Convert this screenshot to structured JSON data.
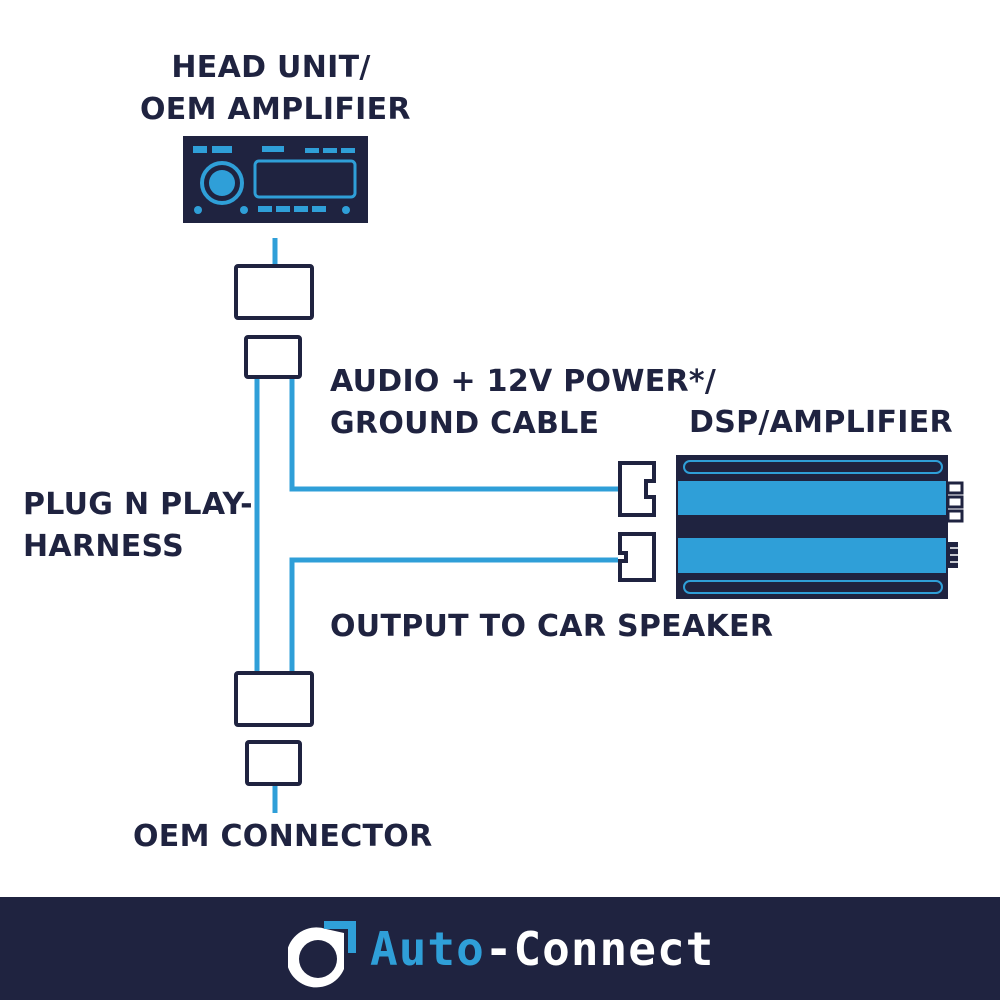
{
  "labels": {
    "head_unit": [
      "HEAD UNIT/",
      "OEM AMPLIFIER"
    ],
    "audio_cable": [
      "AUDIO + 12V POWER*/",
      "GROUND CABLE"
    ],
    "dsp_amplifier": "DSP/AMPLIFIER",
    "plug_n_play": [
      "PLUG N PLAY-",
      "HARNESS"
    ],
    "output": "OUTPUT TO CAR SPEAKER",
    "oem_connector": "OEM CONNECTOR"
  },
  "brand": {
    "name_part1": "Auto",
    "name_part2": "-Connect"
  },
  "colors": {
    "navy": "#1f2340",
    "blue": "#2f9fd8",
    "white": "#ffffff"
  },
  "icons": [
    "head-unit-icon",
    "amplifier-icon",
    "connector-icon",
    "logo-icon"
  ]
}
